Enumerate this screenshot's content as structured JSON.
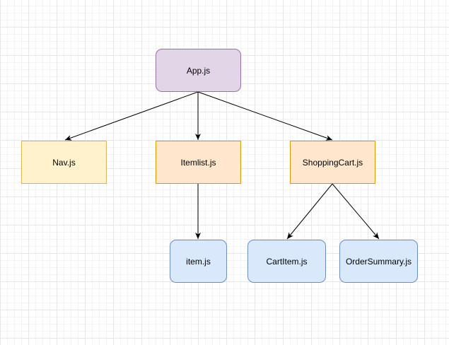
{
  "nodes": {
    "app": {
      "label": "App.js",
      "fill": "#e1d5e7",
      "stroke": "#9673a6"
    },
    "nav": {
      "label": "Nav.js",
      "fill": "#fff2cc",
      "stroke": "#d6b656"
    },
    "itemlist": {
      "label": "Itemlist.js",
      "fill": "#ffe6cc",
      "stroke": "#d79b00"
    },
    "shopping_cart": {
      "label": "ShoppingCart.js",
      "fill": "#ffe6cc",
      "stroke": "#d79b00"
    },
    "item": {
      "label": "item.js",
      "fill": "#dae8fc",
      "stroke": "#6c8ebf"
    },
    "cart_item": {
      "label": "CartItem.js",
      "fill": "#dae8fc",
      "stroke": "#6c8ebf"
    },
    "order_summary": {
      "label": "OrderSummary.js",
      "fill": "#dae8fc",
      "stroke": "#6c8ebf"
    }
  },
  "edges": [
    {
      "from": "App.js",
      "to": "Nav.js"
    },
    {
      "from": "App.js",
      "to": "Itemlist.js"
    },
    {
      "from": "App.js",
      "to": "ShoppingCart.js"
    },
    {
      "from": "Itemlist.js",
      "to": "item.js"
    },
    {
      "from": "ShoppingCart.js",
      "to": "CartItem.js"
    },
    {
      "from": "ShoppingCart.js",
      "to": "OrderSummary.js"
    }
  ]
}
